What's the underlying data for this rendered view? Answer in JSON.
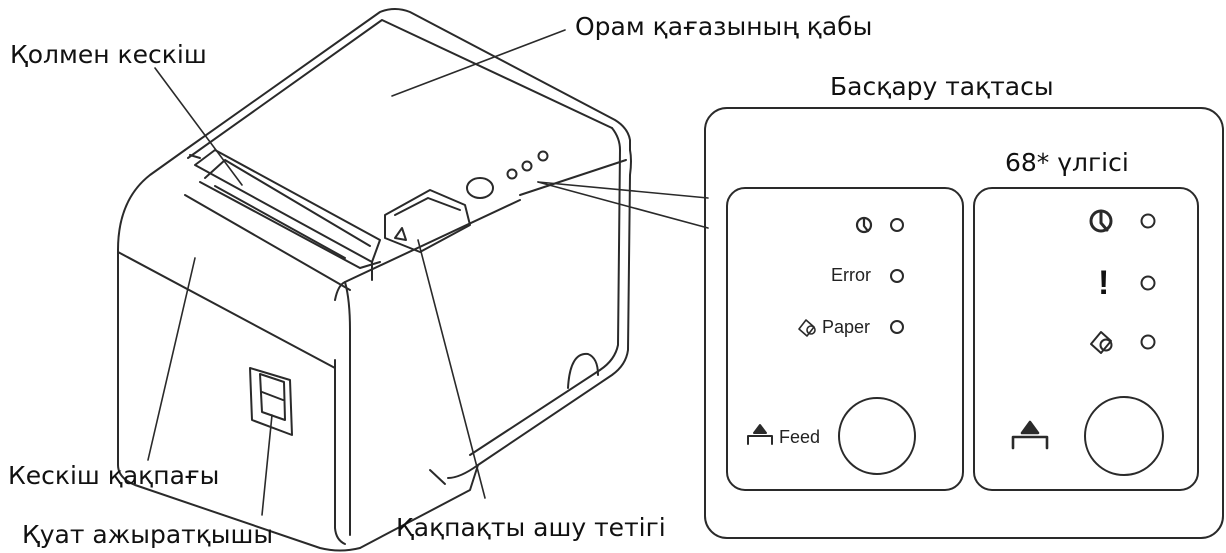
{
  "labels": {
    "manual_cutter": "Қолмен кескіш",
    "roll_paper_cover": "Орам қағазының қабы",
    "control_panel": "Басқару тақтасы",
    "model_68": "68* үлгісі",
    "cutter_cover": "Кескіш қақпағы",
    "power_switch": "Қуат ажыратқышы",
    "cover_open_lever": "Қақпақты ашу тетігі"
  },
  "panel_left": {
    "error_label": "Error",
    "paper_label": "Paper",
    "feed_label": "Feed"
  },
  "panel_right": {
    "error_symbol": "!"
  },
  "colors": {
    "line": "#2a2a2a"
  },
  "icons": [
    "power-icon",
    "paper-end-icon",
    "feed-icon",
    "led-indicator"
  ]
}
